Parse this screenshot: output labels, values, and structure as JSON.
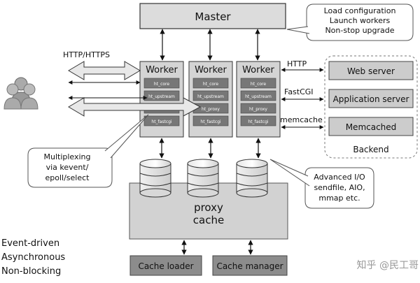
{
  "master": {
    "label": "Master"
  },
  "master_callout": {
    "lines": [
      "Load configuration",
      "Launch workers",
      "Non-stop upgrade"
    ]
  },
  "workers": [
    {
      "title": "Worker",
      "modules": [
        "ht_core",
        "ht_upstream",
        "",
        "ht_fastcgi"
      ]
    },
    {
      "title": "Worker",
      "modules": [
        "ht_core",
        "ht_upstream",
        "ht_proxy",
        "ht_fastcgi"
      ]
    },
    {
      "title": "Worker",
      "modules": [
        "ht_core",
        "ht_upstream",
        "ht_proxy",
        "ht_fastcgi"
      ]
    }
  ],
  "protocols": {
    "client": "HTTP/HTTPS",
    "http": "HTTP",
    "fastcgi": "FastCGI",
    "memcache": "memcache"
  },
  "backend": {
    "items": [
      "Web server",
      "Application server",
      "Memcached"
    ],
    "label": "Backend"
  },
  "multiplex_callout": {
    "lines": [
      "Multiplexing",
      "via kevent/",
      "epoll/select"
    ]
  },
  "io_callout": {
    "lines": [
      "Advanced I/O",
      "sendfile, AIO,",
      "mmap etc."
    ]
  },
  "proxy_cache": {
    "lines": [
      "proxy",
      "cache"
    ]
  },
  "cache_processes": {
    "loader": "Cache loader",
    "manager": "Cache manager"
  },
  "traits": {
    "lines": [
      "Event-driven",
      "Asynchronous",
      "Non-blocking"
    ]
  },
  "watermark": "知乎 @民工哥",
  "colors": {
    "box_fill": "#d9d9d9",
    "box_stroke": "#333333",
    "dark_box": "#8c8c8c",
    "line": "#111111",
    "callout_stroke": "#555555"
  }
}
